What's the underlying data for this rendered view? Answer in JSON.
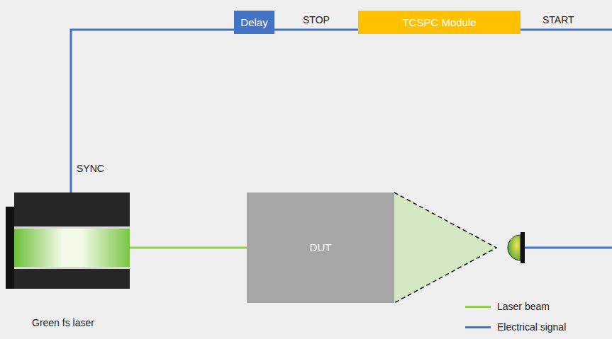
{
  "diagram": {
    "nodes": [
      {
        "text": [
          "Delay"
        ]
      },
      {
        "text": [
          "TCSPC Module"
        ]
      },
      {
        "text": [
          "Green fs laser"
        ]
      },
      {
        "text": [
          "DUT"
        ]
      }
    ],
    "edges": [
      {
        "from": 2,
        "to": 0,
        "label": "SYNC",
        "arrow": "none"
      },
      {
        "from": 0,
        "to": 1,
        "label": "STOP",
        "arrow": "none"
      },
      {
        "from": 2,
        "to": 3,
        "arrow": "none"
      }
    ],
    "labels": [
      "START"
    ],
    "legend": [
      {
        "text": "Laser beam",
        "color": "#92d050"
      },
      {
        "text": "Electrical signal",
        "color": "#4472c4"
      }
    ]
  }
}
